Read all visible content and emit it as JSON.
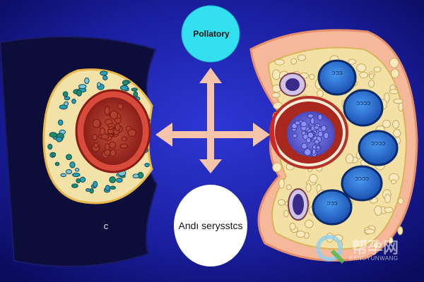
{
  "labels": {
    "top_bubble": "Pollatory",
    "bottom_bubble": "Andı serysstcs",
    "left_mark": "c"
  },
  "cell_labels": [
    "ƆƆƆ",
    "ƆƆƆƆ",
    "ƆƆƆƆ",
    "ƆƆƆƆ",
    "ƆƆƆ"
  ],
  "watermark": {
    "main": "帮孕网",
    "sub": "BANGYUNWANG"
  },
  "colors": {
    "background_center": "#2a2fc4",
    "background_edge": "#0a0a5a",
    "top_bubble": "#33e0f0",
    "bottom_bubble": "#ffffff",
    "arrow": "#f6c4a8",
    "tissue": "#f3d9a6",
    "cell_blue": "#2b6fd6",
    "cell_green": "#1e8f6a",
    "core_red": "#b5322a",
    "core_blue": "#6a6ad8"
  }
}
